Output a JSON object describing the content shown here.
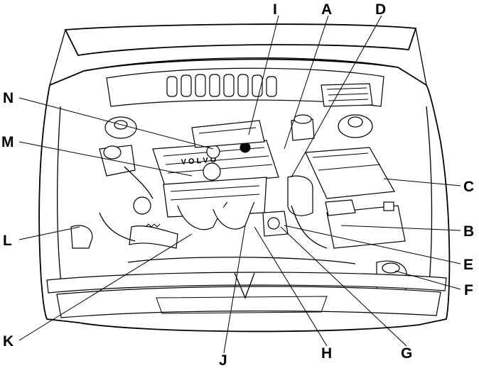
{
  "callouts": {
    "I": "I",
    "A": "A",
    "D": "D",
    "N": "N",
    "M": "M",
    "C": "C",
    "L": "L",
    "B": "B",
    "E": "E",
    "F": "F",
    "K": "K",
    "J": "J",
    "H": "H",
    "G": "G"
  },
  "emblem_text": "VOLVO"
}
